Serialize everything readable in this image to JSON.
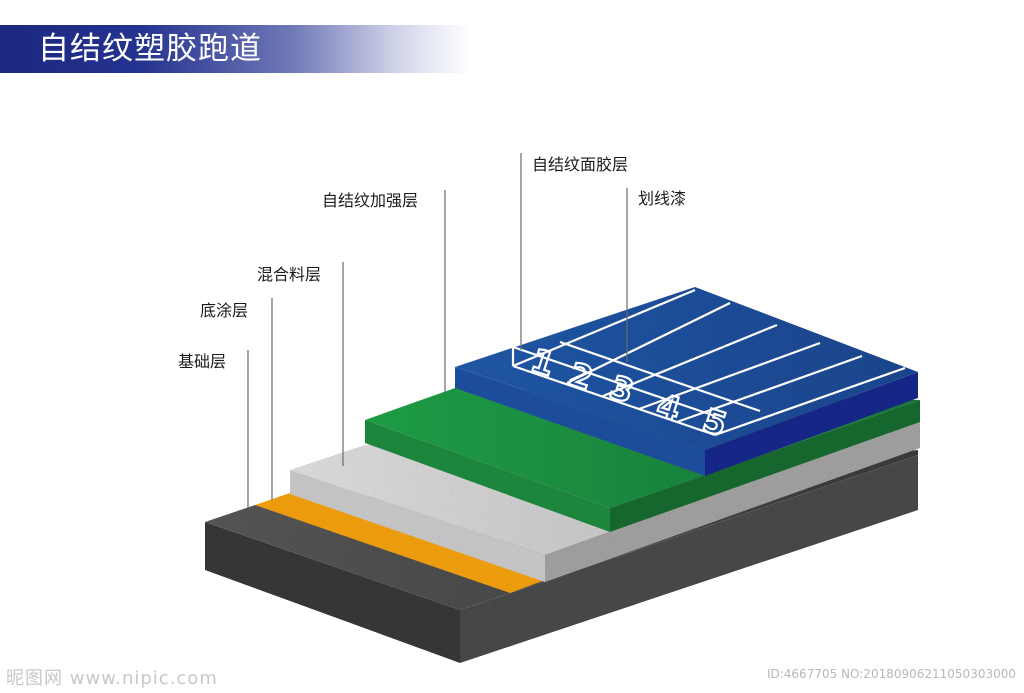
{
  "header": {
    "title": "自结纹塑胶跑道",
    "band_color": "#1b2880"
  },
  "layers": [
    {
      "key": "base",
      "label": "基础层",
      "color": "#4a4a4a"
    },
    {
      "key": "primer",
      "label": "底涂层",
      "color": "#f0a010"
    },
    {
      "key": "mix",
      "label": "混合料层",
      "color": "#c8c8c8"
    },
    {
      "key": "reinforce",
      "label": "自结纹加强层",
      "color": "#1a8a3c"
    },
    {
      "key": "surface",
      "label": "自结纹面胶层",
      "color": "#1c4f9c"
    },
    {
      "key": "lines",
      "label": "划线漆",
      "color": "#ffffff"
    }
  ],
  "lanes": [
    "1",
    "2",
    "3",
    "4",
    "5"
  ],
  "watermark": {
    "left": "昵图网 www.nipic.com",
    "right": "ID:4667705 NO:20180906211050303000"
  }
}
